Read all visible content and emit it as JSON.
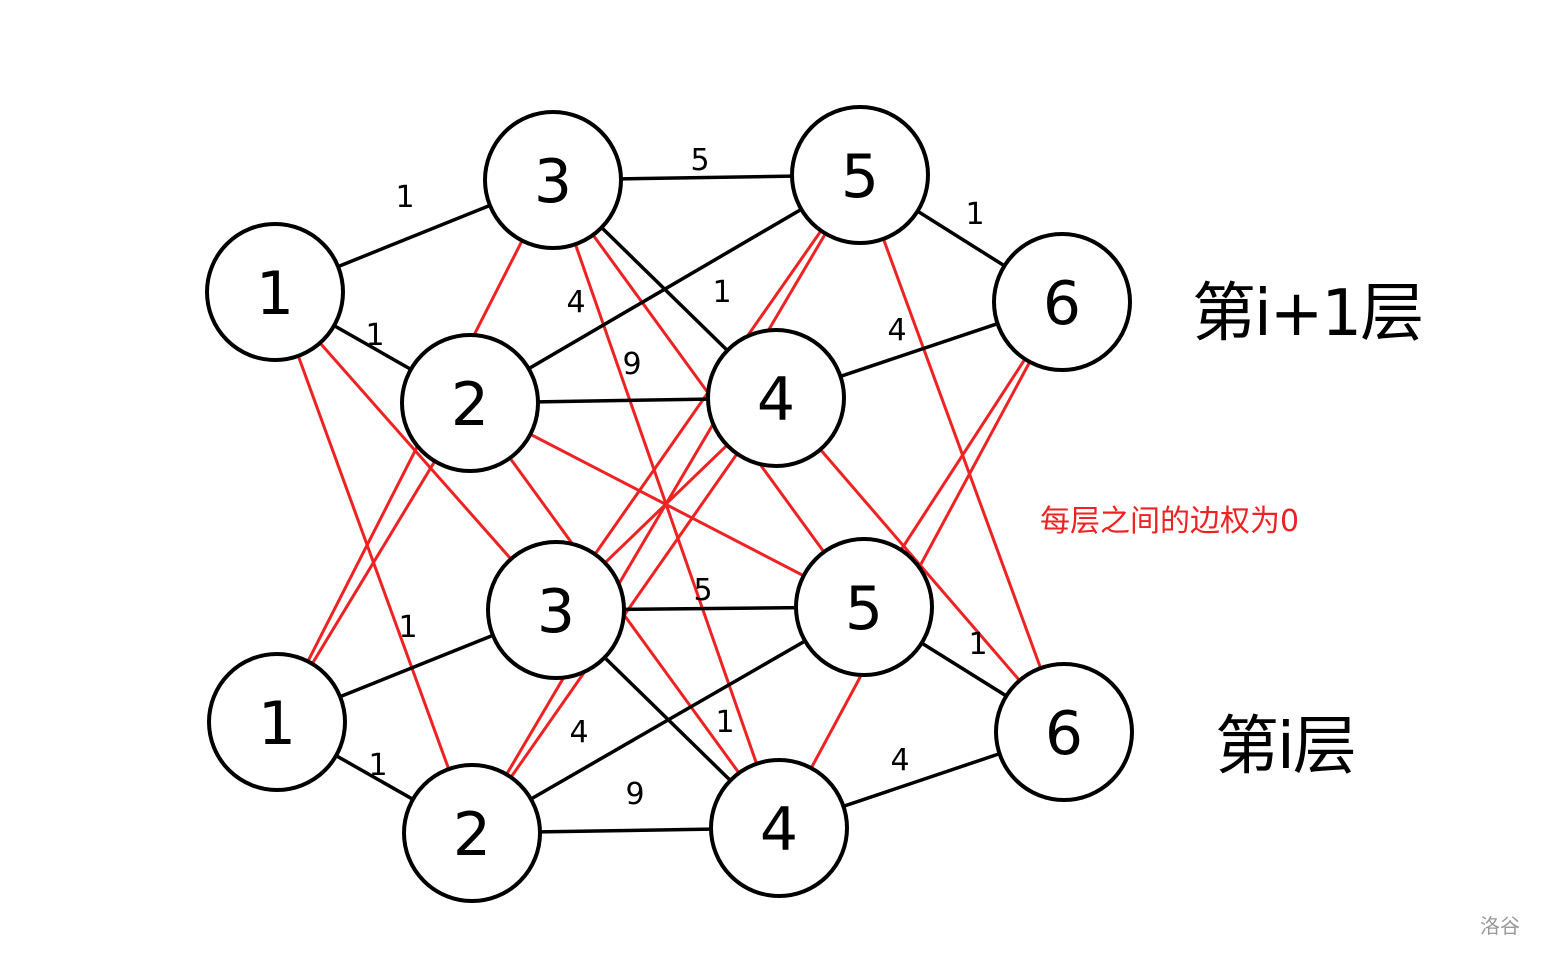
{
  "layers": {
    "upper_label": "第i+1层",
    "lower_label": "第i层"
  },
  "note": "每层之间的边权为0",
  "watermark": "洛谷",
  "nodes": [
    "1",
    "2",
    "3",
    "4",
    "5",
    "6"
  ],
  "edges": [
    {
      "from": "1",
      "to": "3",
      "weight": "1"
    },
    {
      "from": "1",
      "to": "2",
      "weight": "1"
    },
    {
      "from": "3",
      "to": "5",
      "weight": "5"
    },
    {
      "from": "2",
      "to": "5",
      "weight": "4"
    },
    {
      "from": "3",
      "to": "4",
      "weight": "1"
    },
    {
      "from": "2",
      "to": "4",
      "weight": "9"
    },
    {
      "from": "5",
      "to": "6",
      "weight": "1"
    },
    {
      "from": "4",
      "to": "6",
      "weight": "4"
    }
  ],
  "inter_layer_weight": "0",
  "colors": {
    "edge": "#000000",
    "inter_layer_edge": "#ee2222",
    "node_fill": "#ffffff"
  }
}
